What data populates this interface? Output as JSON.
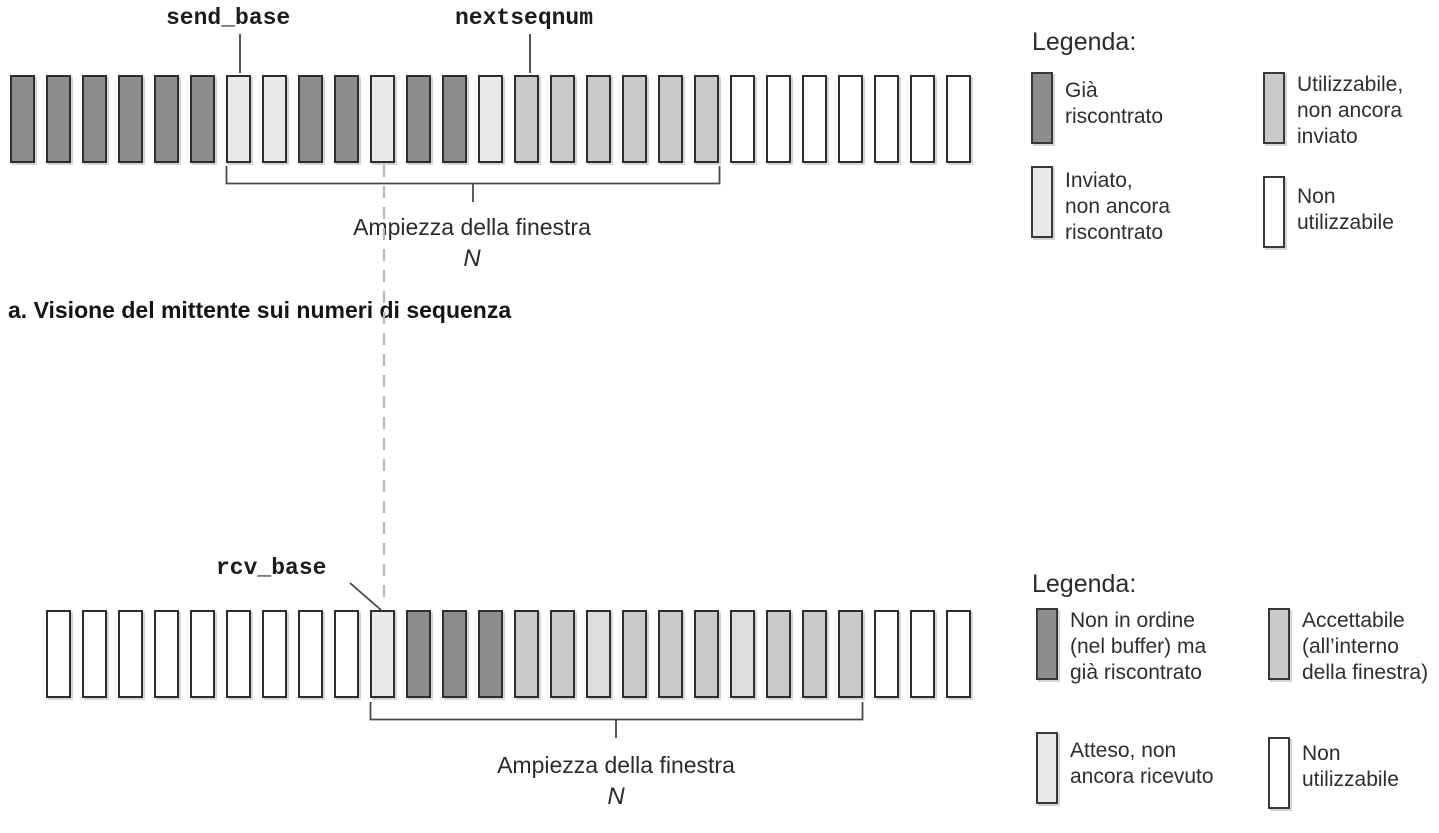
{
  "colors": {
    "dark": "#8c8e8e",
    "light": "#e8eaea",
    "lighter": "#dcdee0",
    "medium": "#c8caca",
    "white": "#ffffff"
  },
  "sender": {
    "send_base_label": "send_base",
    "nextseqnum_label": "nextseqnum",
    "bars": [
      "dark",
      "dark",
      "dark",
      "dark",
      "dark",
      "dark",
      "light",
      "light",
      "dark",
      "dark",
      "light",
      "dark",
      "dark",
      "light",
      "medium",
      "medium",
      "medium",
      "medium",
      "medium",
      "medium",
      "white",
      "white",
      "white",
      "white",
      "white",
      "white",
      "white"
    ],
    "window_label": "Ampiezza della finestra",
    "window_n": "N",
    "caption": "a. Visione del mittente sui numeri di sequenza"
  },
  "receiver": {
    "rcv_base_label": "rcv_base",
    "bars": [
      "white",
      "white",
      "white",
      "white",
      "white",
      "white",
      "white",
      "white",
      "white",
      "light",
      "dark",
      "dark",
      "dark",
      "medium",
      "medium",
      "lighter",
      "medium",
      "medium",
      "medium",
      "lighter",
      "medium",
      "medium",
      "medium",
      "white",
      "white",
      "white"
    ],
    "window_label": "Ampiezza della finestra",
    "window_n": "N"
  },
  "legend_sender": {
    "title": "Legenda:",
    "items": [
      {
        "shade": "dark",
        "label": "Già\nriscontrato"
      },
      {
        "shade": "medium",
        "label": "Utilizzabile,\nnon ancora\ninviato"
      },
      {
        "shade": "light",
        "label": "Inviato,\nnon ancora\nriscontrato"
      },
      {
        "shade": "white",
        "label": "Non\nutilizzabile"
      }
    ]
  },
  "legend_receiver": {
    "title": "Legenda:",
    "items": [
      {
        "shade": "dark",
        "label": "Non in ordine\n(nel buffer) ma\ngià riscontrato"
      },
      {
        "shade": "medium",
        "label": "Accettabile\n(all’interno\ndella finestra)"
      },
      {
        "shade": "light",
        "label": "Atteso, non\nancora ricevuto"
      },
      {
        "shade": "white",
        "label": "Non\nutilizzabile"
      }
    ]
  }
}
